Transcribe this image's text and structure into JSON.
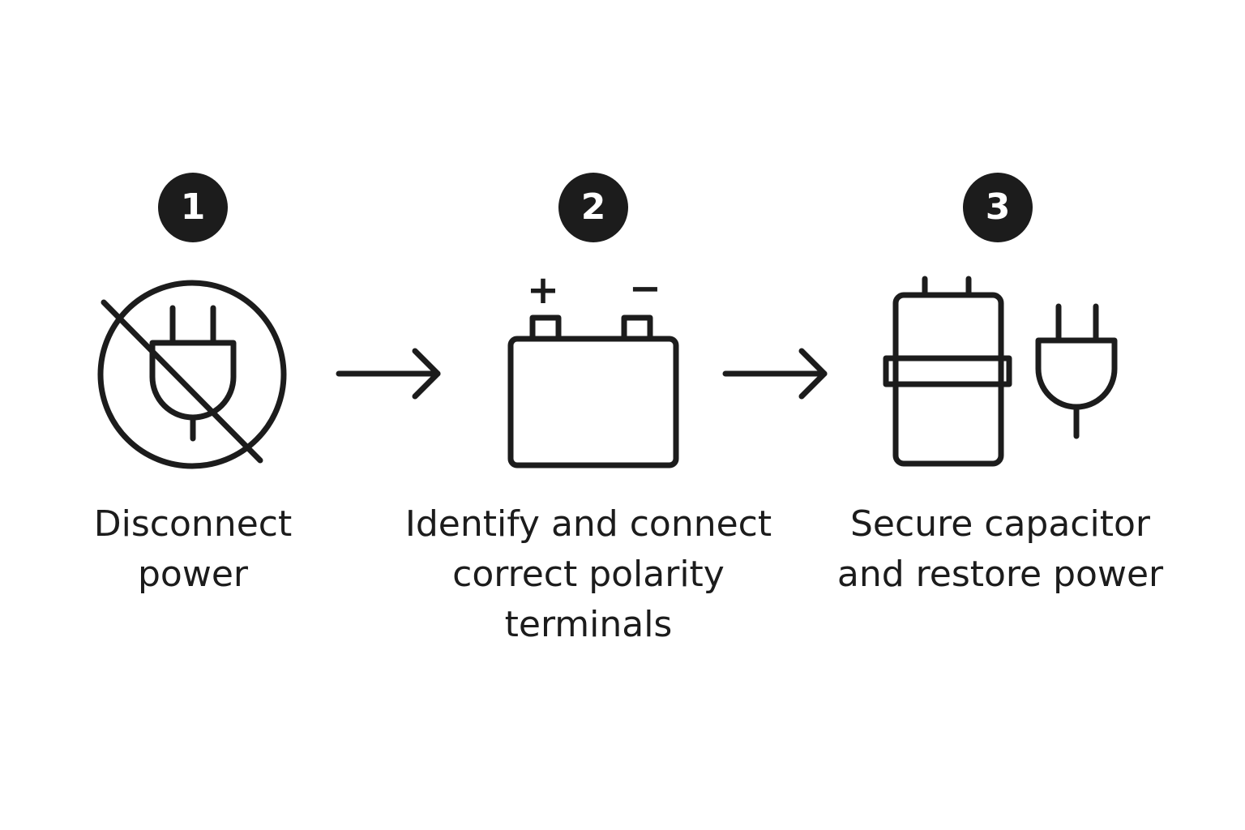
{
  "steps": [
    {
      "number": "1",
      "label_lines": [
        "Disconnect",
        "power"
      ],
      "icon": "no-plug-icon"
    },
    {
      "number": "2",
      "label_lines": [
        "Identify and connect",
        "correct polarity",
        "terminals"
      ],
      "icon": "battery-polarity-icon",
      "plus_symbol": "+",
      "minus_symbol": "−"
    },
    {
      "number": "3",
      "label_lines": [
        "Secure capacitor",
        "and restore power"
      ],
      "icon": "capacitor-plug-icon"
    }
  ],
  "arrows": [
    "arrow-right-icon",
    "arrow-right-icon"
  ],
  "colors": {
    "ink": "#1c1c1c",
    "background": "#ffffff"
  }
}
